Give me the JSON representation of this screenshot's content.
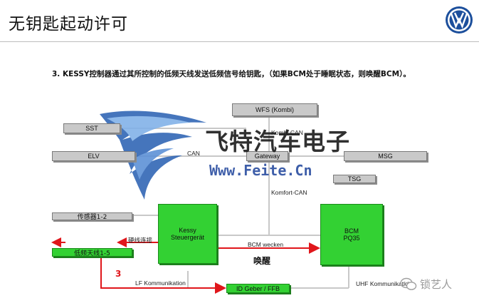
{
  "header": {
    "title": "无钥匙起动许可"
  },
  "caption": "3. KESSY控制器通过其所控制的低频天线发送低频信号给钥匙，（如果BCM处于睡眠状态，则唤醒BCM）。",
  "diagram": {
    "nodes": {
      "wfs": "WFS (Kombi)",
      "sst": "SST",
      "elv": "ELV",
      "gateway": "Gateway",
      "msg": "MSG",
      "tsg": "TSG",
      "sensor": "传感器1-2",
      "kessy_line1": "Kessy",
      "kessy_line2": "Steuergerät",
      "bcm_line1": "BCM",
      "bcm_line2": "PQ35",
      "antenna": "低频天线1-5",
      "idgeber": "ID Geber / FFB"
    },
    "labels": {
      "kombi_can": "Kombi-CAN",
      "can": "CAN",
      "komfort_can": "Komfort-CAN",
      "hardwire": "硬线连接",
      "bcm_wecken": "BCM wecken",
      "wake": "唤醒",
      "step": "3",
      "lf_komm": "LF Kommunikation",
      "uhf_komm": "UHF Kommunikation"
    },
    "colors": {
      "module_green": "#33d133",
      "bus_gray": "#c9c9c9",
      "arrow_red": "#e0161b"
    }
  },
  "watermark": {
    "brand": "飞特汽车电子",
    "url": "Www.Feite.Cn"
  },
  "wechat_mark": "锁艺人"
}
